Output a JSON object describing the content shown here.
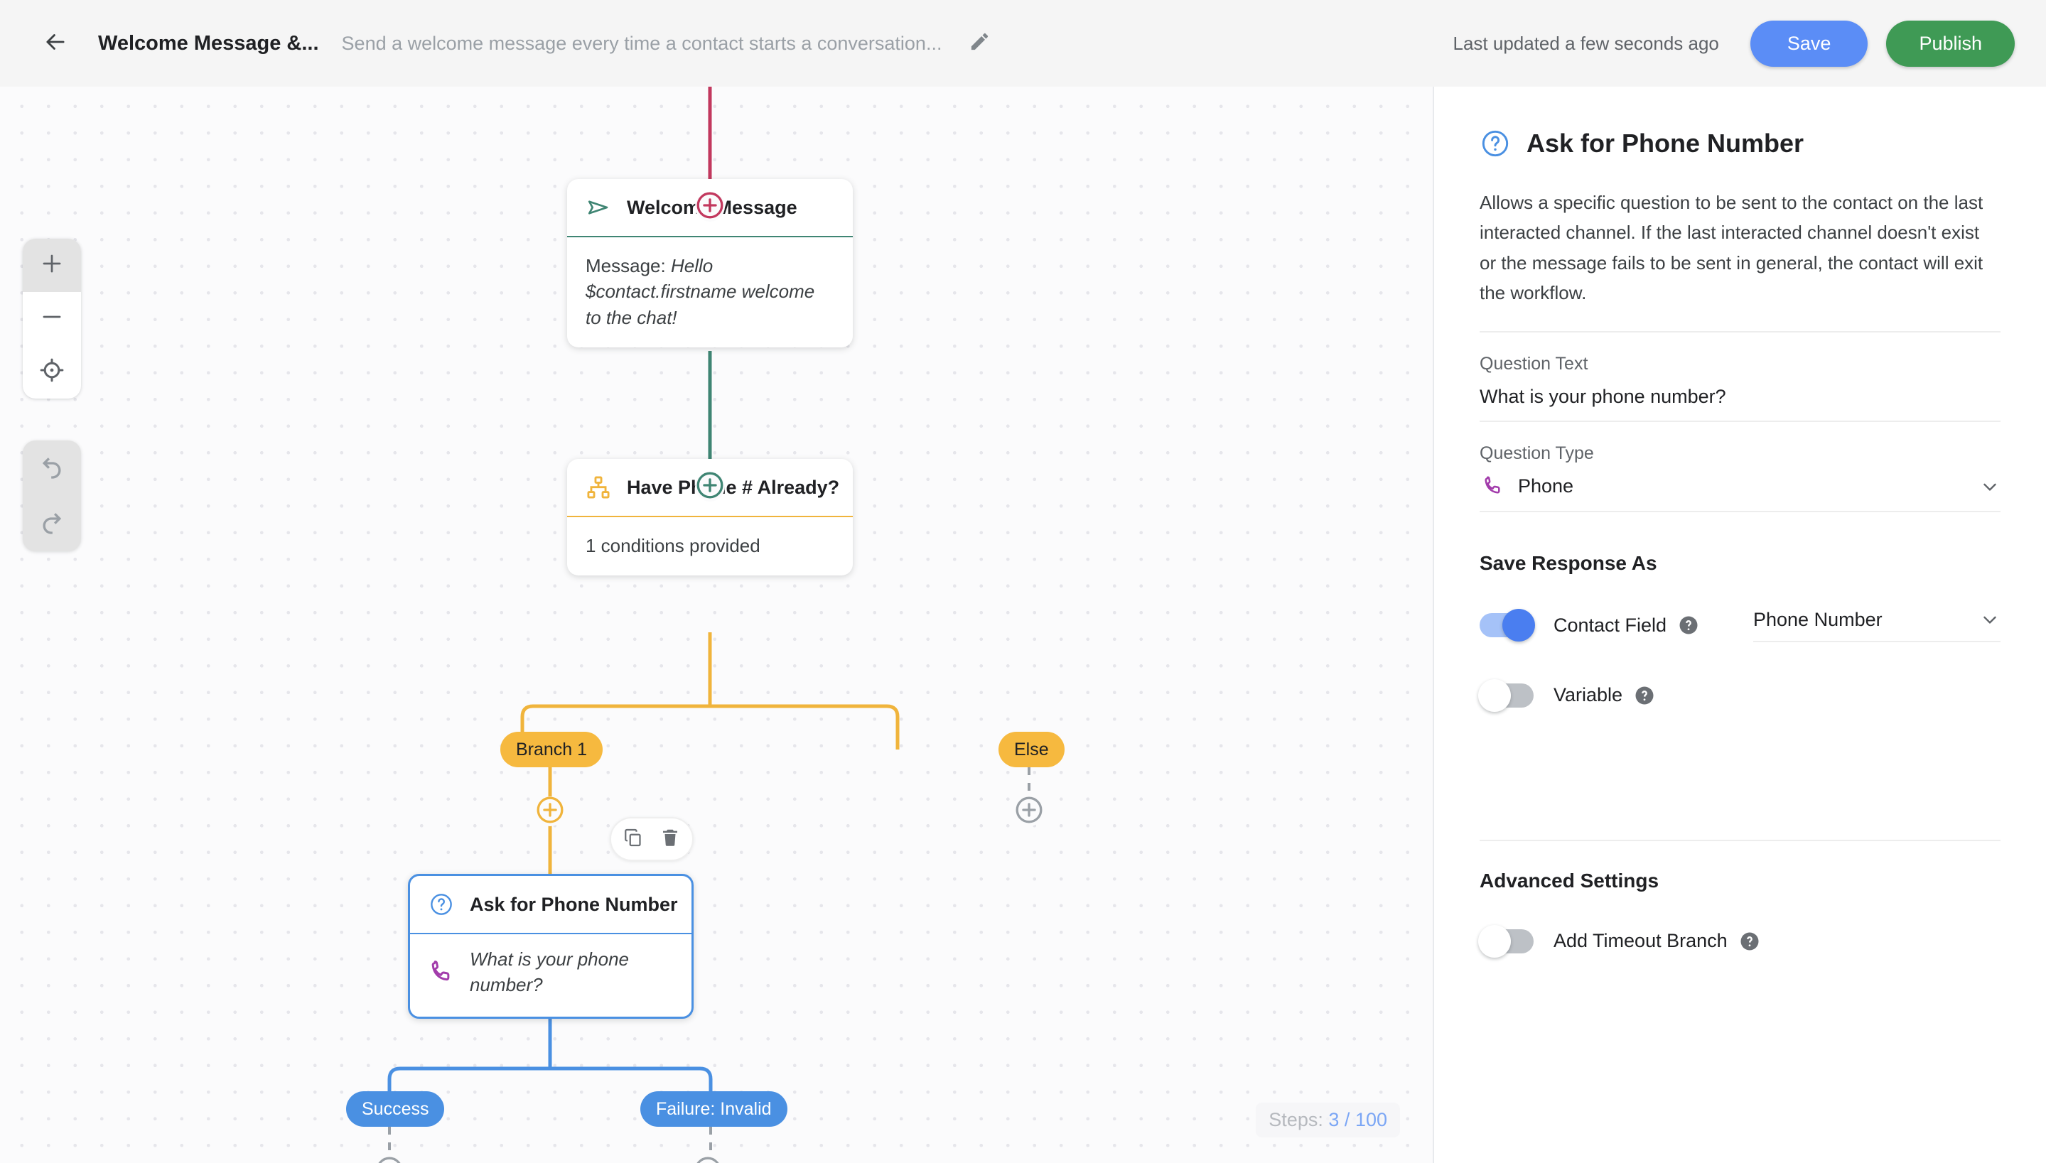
{
  "topbar": {
    "back_icon": "arrow-left-icon",
    "title": "Welcome Message &...",
    "description": "Send a welcome message every time a contact starts a conversation...",
    "edit_icon": "pencil-icon",
    "last_updated": "Last updated a few seconds ago",
    "save_label": "Save",
    "publish_label": "Publish",
    "save_color": "#5b8df6",
    "publish_color": "#3f9a55"
  },
  "canvas": {
    "zoom_controls": {
      "zoom_in_icon": "plus-icon",
      "zoom_out_icon": "minus-icon",
      "recenter_icon": "crosshair-icon"
    },
    "history_controls": {
      "undo_icon": "undo-icon",
      "redo_icon": "redo-icon"
    },
    "steps": {
      "label": "Steps:",
      "current": "3",
      "separator": "/",
      "max": "100"
    },
    "node_toolbar": {
      "copy_icon": "copy-icon",
      "delete_icon": "trash-icon"
    },
    "nodes": [
      {
        "id": "welcome",
        "icon": "send-icon",
        "icon_color": "#3f8573",
        "title": "Welcome Message",
        "body_prefix": "Message: ",
        "body_italic": "Hello $contact.firstname welcome to the chat!"
      },
      {
        "id": "condition",
        "icon": "branch-icon",
        "icon_color": "#f0b43c",
        "title": "Have Phone # Already?",
        "body": "1 conditions provided"
      },
      {
        "id": "ask",
        "icon": "question-circle-icon",
        "icon_color": "#4a90e2",
        "title": "Ask for Phone Number",
        "body_icon": "phone-icon",
        "body_italic": "What is your phone number?",
        "selected": true
      }
    ],
    "branch_pills": [
      {
        "id": "branch1",
        "label": "Branch 1",
        "color": "#f6b93f"
      },
      {
        "id": "else",
        "label": "Else",
        "color": "#f6b93f"
      },
      {
        "id": "success",
        "label": "Success",
        "color": "#4a90e2"
      },
      {
        "id": "failure",
        "label": "Failure: Invalid",
        "color": "#4a90e2"
      }
    ],
    "add_step_icon": "plus-circle-icon"
  },
  "panel": {
    "icon": "question-circle-icon",
    "title": "Ask for Phone Number",
    "description": "Allows a specific question to be sent to the contact on the last interacted channel. If the last interacted channel doesn't exist or the message fails to be sent in general, the contact will exit the workflow.",
    "question_text_label": "Question Text",
    "question_text_value": "What is your phone number?",
    "question_type_label": "Question Type",
    "question_type_icon": "phone-icon",
    "question_type_value": "Phone",
    "question_type_chevron": "chevron-down-icon",
    "save_response_title": "Save Response As",
    "contact_field": {
      "toggle_state": "on",
      "label": "Contact Field",
      "help_icon": "help-circle-icon",
      "select_value": "Phone Number",
      "select_chevron": "chevron-down-icon"
    },
    "variable": {
      "toggle_state": "off",
      "label": "Variable",
      "help_icon": "help-circle-icon"
    },
    "advanced_title": "Advanced Settings",
    "timeout": {
      "toggle_state": "off",
      "label": "Add Timeout Branch",
      "help_icon": "help-circle-icon"
    }
  }
}
